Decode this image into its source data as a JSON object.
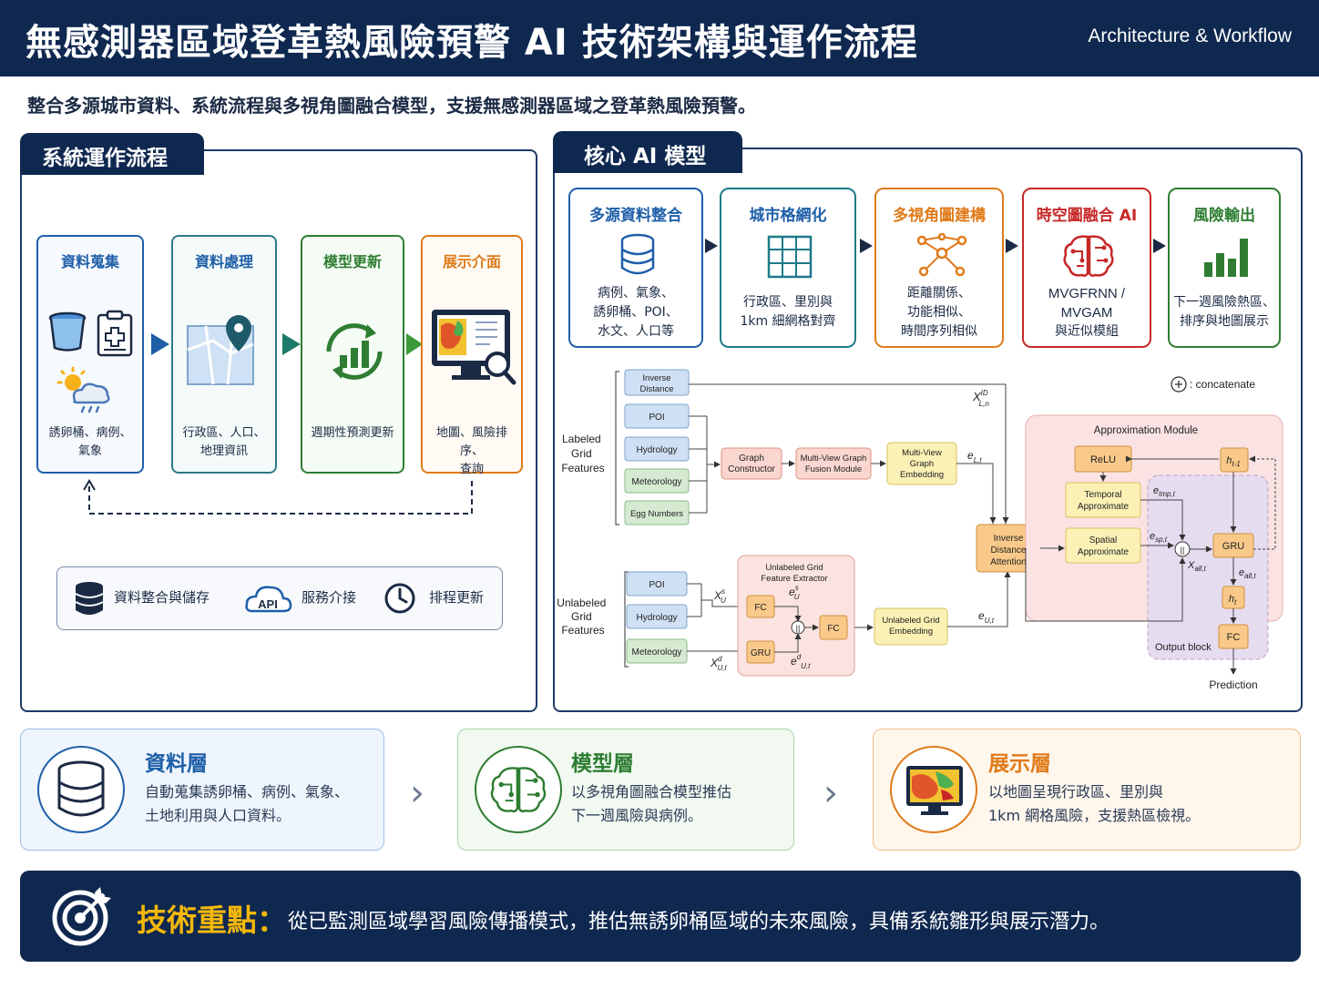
{
  "header": {
    "title": "無感測器區域登革熱風險預警 AI 技術架構與運作流程",
    "subtitle": "Architecture & Workflow"
  },
  "intro": "整合多源城市資料、系統流程與多視角圖融合模型，支援無感測器區域之登革熱風險預警。",
  "left_panel": {
    "tab": "系統運作流程",
    "steps": [
      {
        "title": "資料蒐集",
        "desc": [
          "誘卵桶、病例、",
          "氣象"
        ],
        "color": "#1f5fa8"
      },
      {
        "title": "資料處理",
        "desc": [
          "行政區、人口、",
          "地理資訊"
        ],
        "color": "#1f5fa8"
      },
      {
        "title": "模型更新",
        "desc": [
          "週期性預測更新"
        ],
        "color": "#2e7d32"
      },
      {
        "title": "展示介面",
        "desc": [
          "地圖、風險排序、",
          "查詢"
        ],
        "color": "#e07b1a"
      }
    ],
    "infra": [
      {
        "label": "資料整合與儲存",
        "icon": "database-icon"
      },
      {
        "label": "服務介接",
        "icon": "api-cloud-icon",
        "badge": "API"
      },
      {
        "label": "排程更新",
        "icon": "clock-icon"
      }
    ]
  },
  "right_panel": {
    "tab": "核心 AI 模型",
    "cards": [
      {
        "title": "多源資料整合",
        "desc": [
          "病例、氣象、",
          "誘卵桶、POI、",
          "水文、人口等"
        ],
        "color": "#1f5fa8"
      },
      {
        "title": "城市格網化",
        "desc": [
          "行政區、里別與",
          "1km 細網格對齊"
        ],
        "color": "#1e7a8a"
      },
      {
        "title": "多視角圖建構",
        "desc": [
          "距離關係、",
          "功能相似、",
          "時間序列相似"
        ],
        "color": "#e07b1a"
      },
      {
        "title": "時空圖融合 AI",
        "desc": [
          "MVGFRNN /",
          "MVGAM",
          "與近似模組"
        ],
        "color": "#c62828"
      },
      {
        "title": "風險輸出",
        "desc": [
          "下一週風險熱區、",
          "排序與地圖展示"
        ],
        "color": "#2e7d32"
      }
    ],
    "diagram": {
      "labeled_group": "Labeled\nGrid\nFeatures",
      "labeled_features": [
        "Inverse\nDistance",
        "POI",
        "Hydrology",
        "Meteorology",
        "Egg Numbers"
      ],
      "unlabeled_group": "Unlabeled\nGrid\nFeatures",
      "unlabeled_features": [
        "POI",
        "Hydrology",
        "Meteorology"
      ],
      "graph_constructor": "Graph\nConstructor",
      "fusion_module": "Multi-View Graph\nFusion Module",
      "mv_embedding": "Multi-View\nGraph\nEmbedding",
      "extractor_title": "Unlabeled Grid\nFeature Extractor",
      "fc": "FC",
      "gru": "GRU",
      "concat_symbol": "||",
      "unlabeled_embedding": "Unlabeled Grid\nEmbedding",
      "ida": "Inverse\nDistance\nAttention",
      "approx_title": "Approximation Module",
      "relu": "ReLU",
      "temporal": "Temporal\nApproximate",
      "spatial": "Spatial\nApproximate",
      "output_block": "Output block",
      "prediction": "Prediction",
      "legend": ": concatenate",
      "sym_xid": "X",
      "sym_xid_sup": "ID",
      "sym_xid_sub": "L,n",
      "sym_el": "e",
      "sym_el_sub": "L,t",
      "sym_eu": "e",
      "sym_eu_sub": "U,t",
      "sym_xs": "X",
      "sym_xs_sup": "s",
      "sym_xs_sub": "U",
      "sym_es": "e",
      "sym_es_sup": "s",
      "sym_es_sub": "U",
      "sym_xd": "X",
      "sym_xd_sup": "d",
      "sym_xd_sub": "U,t",
      "sym_ed": "e",
      "sym_ed_sup": "d",
      "sym_ed_sub": "U,t",
      "sym_etmp": "e",
      "sym_etmp_sub": "tmp,t",
      "sym_esp": "e",
      "sym_esp_sub": "sp,t",
      "sym_xall": "X",
      "sym_xall_sub": "all,t",
      "sym_eall": "e",
      "sym_eall_sub": "all,t",
      "sym_ht1": "h",
      "sym_ht1_sub": "t-1",
      "sym_ht": "h",
      "sym_ht_sub": "t"
    }
  },
  "layers": [
    {
      "title": "資料層",
      "desc": [
        "自動蒐集誘卵桶、病例、氣象、",
        "土地利用與人口資料。"
      ],
      "color": "#1f5fa8",
      "icon": "database-icon"
    },
    {
      "title": "模型層",
      "desc": [
        "以多視角圖融合模型推估",
        "下一週風險與病例。"
      ],
      "color": "#2e7d32",
      "icon": "ai-brain-icon"
    },
    {
      "title": "展示層",
      "desc": [
        "以地圖呈現行政區、里別與",
        "1km 網格風險，支援熱區檢視。"
      ],
      "color": "#e07b1a",
      "icon": "map-monitor-icon"
    }
  ],
  "footer": {
    "label": "技術重點：",
    "text": "從已監測區域學習風險傳播模式，推估無誘卵桶區域的未來風險，具備系統雛形與展示潛力。"
  }
}
